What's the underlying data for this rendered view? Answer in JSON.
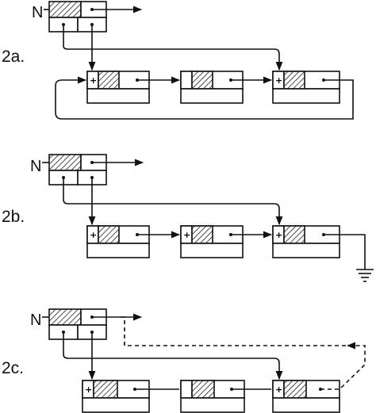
{
  "diagrams": [
    {
      "id": "2a",
      "label": "2a.",
      "header_label": "N",
      "terminator": "circular"
    },
    {
      "id": "2b",
      "label": "2b.",
      "header_label": "N",
      "terminator": "ground"
    },
    {
      "id": "2c",
      "label": "2c.",
      "header_label": "N",
      "terminator": "dashed-back-link"
    }
  ],
  "node_marks": {
    "sign": "+"
  },
  "legend": []
}
